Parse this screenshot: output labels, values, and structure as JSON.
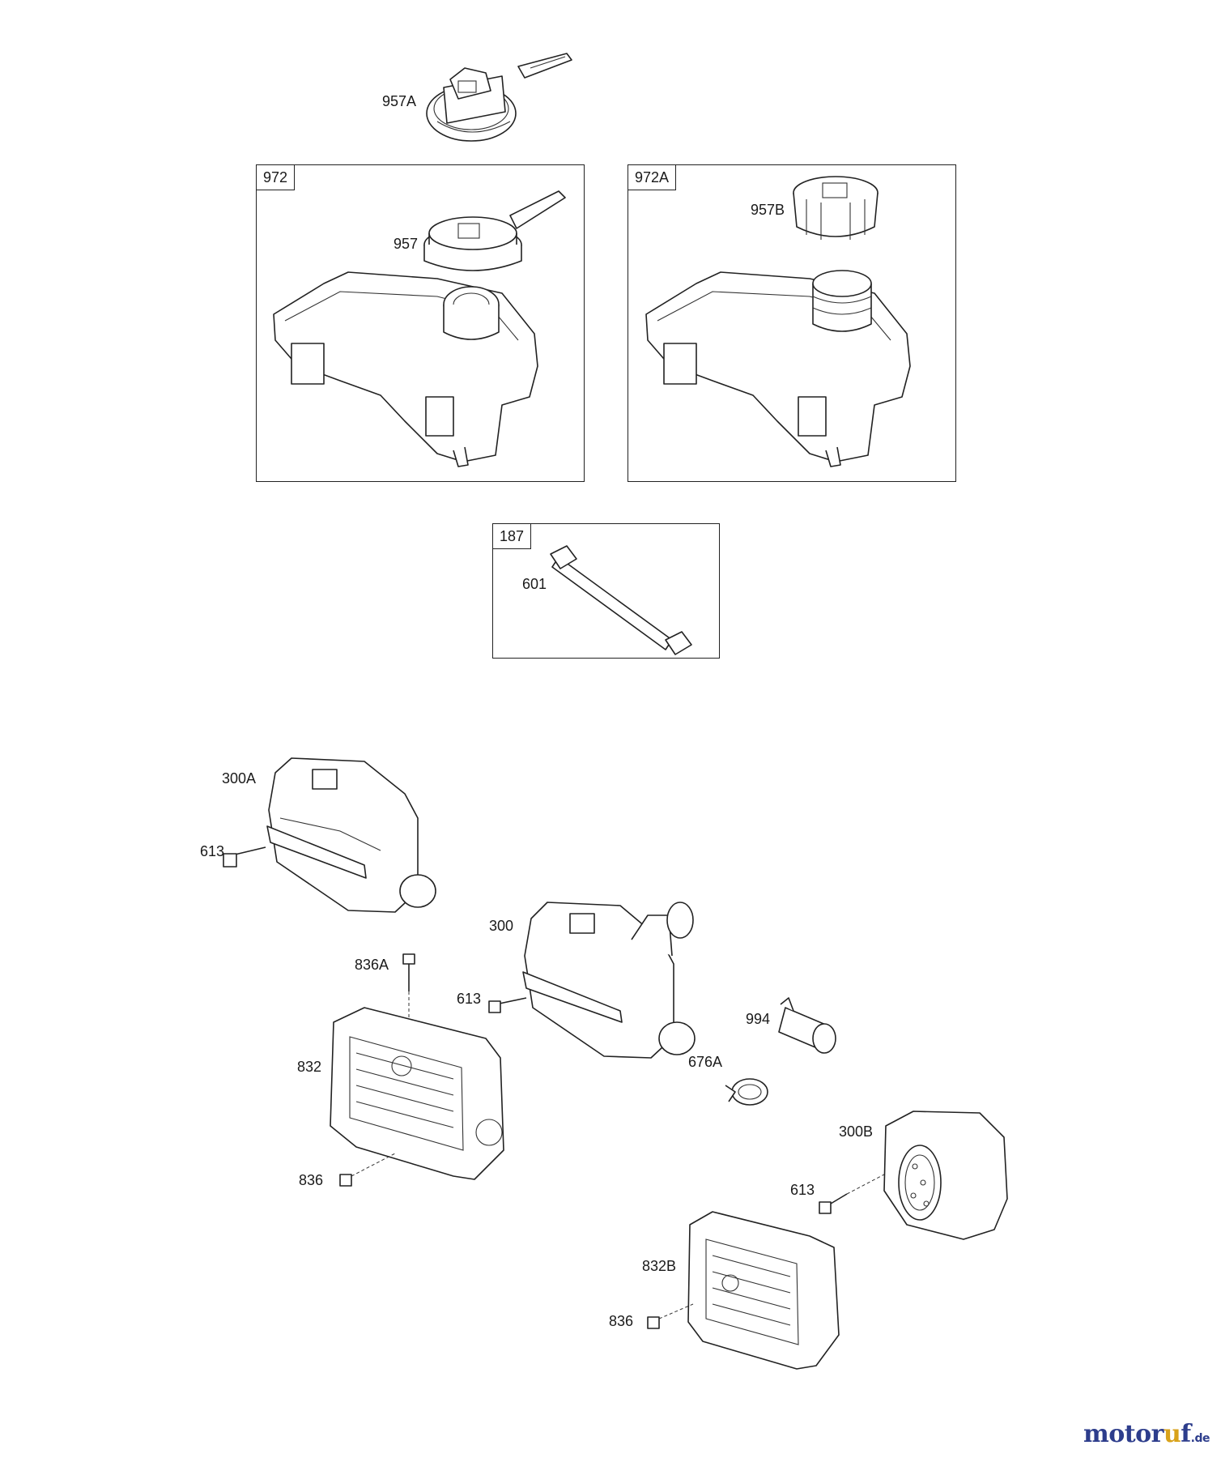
{
  "kits": [
    {
      "id": "kit-972",
      "tag": "972"
    },
    {
      "id": "kit-972A",
      "tag": "972A"
    },
    {
      "id": "kit-187",
      "tag": "187"
    }
  ],
  "callouts": {
    "p957A": "957A",
    "p957": "957",
    "p957B": "957B",
    "p601": "601",
    "p300A": "300A",
    "p613_a": "613",
    "p300": "300",
    "p836A": "836A",
    "p613_b": "613",
    "p994": "994",
    "p832": "832",
    "p676A": "676A",
    "p836_a": "836",
    "p300B": "300B",
    "p613_c": "613",
    "p832B": "832B",
    "p836_b": "836"
  },
  "watermark": {
    "main": "motor",
    "accent": "u",
    "tail": "f",
    "tld": ".de"
  }
}
